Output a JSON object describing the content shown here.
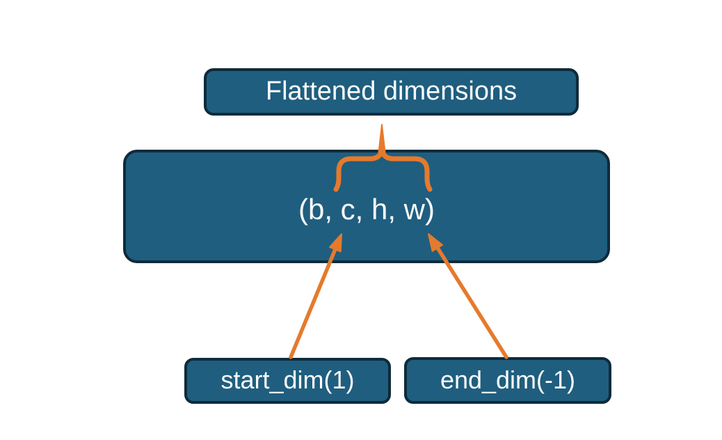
{
  "diagram": {
    "title_box": {
      "label": "Flattened dimensions"
    },
    "tensor_box": {
      "label": "(b, c, h, w)"
    },
    "start_dim_box": {
      "label": "start_dim(1)"
    },
    "end_dim_box": {
      "label": "end_dim(-1)"
    }
  },
  "colors": {
    "box_fill": "#1F5E7F",
    "box_border": "#0E2B3B",
    "accent_orange": "#E57A2D",
    "text_white": "#FBFBFB",
    "canvas_background": "#FFFFFF"
  }
}
